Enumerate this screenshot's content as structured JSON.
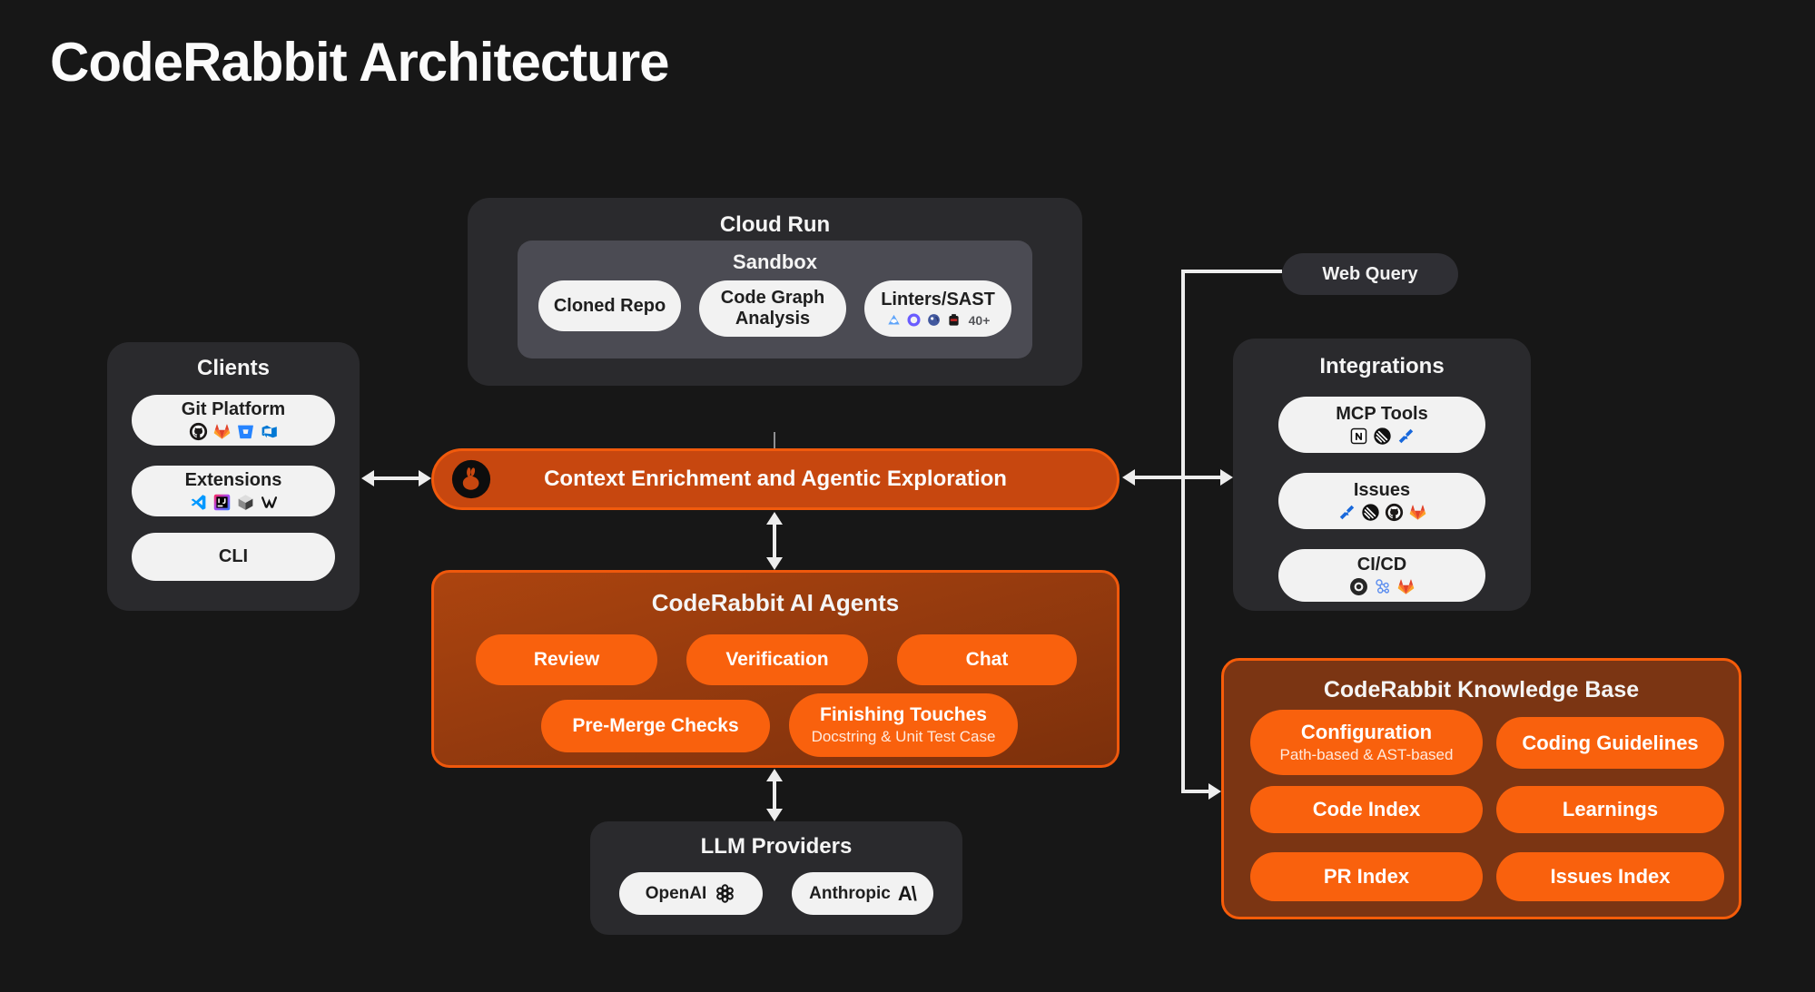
{
  "page": {
    "title": "CodeRabbit Architecture"
  },
  "colors": {
    "background": "#171717",
    "panel_dark": "#2A2A2D",
    "sandbox_gray": "#4B4B53",
    "pill_white": "#F2F2F2",
    "pill_orange": "#F9610D",
    "bar_fill": "#C7470F",
    "bar_border": "#F15A0C",
    "agents_fill_top": "#AC440F",
    "agents_fill_bottom": "#7C300C",
    "kb_fill": "#7B3513",
    "kb_border": "#F75C09",
    "arrow_line": "#EDEDED"
  },
  "cloud_run": {
    "title": "Cloud Run",
    "sandbox": {
      "title": "Sandbox",
      "pills": [
        {
          "label": "Cloned Repo"
        },
        {
          "label": "Code Graph Analysis"
        },
        {
          "label": "Linters/SAST",
          "badge": "40+",
          "icons": [
            "linter-triangle-icon",
            "linter-ring-icon",
            "linter-blob-icon",
            "linter-robot-icon"
          ]
        }
      ]
    }
  },
  "web_query": {
    "label": "Web Query"
  },
  "clients": {
    "title": "Clients",
    "pills": [
      {
        "label": "Git Platform",
        "icons": [
          "github-icon",
          "gitlab-icon",
          "bitbucket-icon",
          "azure-devops-icon"
        ]
      },
      {
        "label": "Extensions",
        "icons": [
          "vscode-icon",
          "intellij-icon",
          "cursor-icon",
          "windsurf-icon"
        ]
      },
      {
        "label": "CLI"
      }
    ]
  },
  "context_bar": {
    "label": "Context Enrichment and Agentic Exploration",
    "logo": "coderabbit-rabbit-icon"
  },
  "integrations": {
    "title": "Integrations",
    "pills": [
      {
        "label": "MCP Tools",
        "icons": [
          "notion-icon",
          "linear-icon",
          "jira-icon"
        ]
      },
      {
        "label": "Issues",
        "icons": [
          "jira-icon",
          "linear-icon",
          "github-icon",
          "gitlab-icon"
        ]
      },
      {
        "label": "CI/CD",
        "icons": [
          "circleci-icon",
          "pipeline-icon",
          "gitlab-icon"
        ]
      }
    ]
  },
  "ai_agents": {
    "title": "CodeRabbit AI Agents",
    "pills": [
      {
        "label": "Review"
      },
      {
        "label": "Verification"
      },
      {
        "label": "Chat"
      },
      {
        "label": "Pre-Merge Checks"
      },
      {
        "label": "Finishing Touches",
        "sublabel": "Docstring & Unit Test Case"
      }
    ]
  },
  "llm_providers": {
    "title": "LLM Providers",
    "pills": [
      {
        "label": "OpenAI",
        "icon": "openai-icon"
      },
      {
        "label": "Anthropic",
        "icon": "anthropic-icon"
      }
    ]
  },
  "knowledge_base": {
    "title": "CodeRabbit Knowledge Base",
    "pills": [
      {
        "label": "Configuration",
        "sublabel": "Path-based & AST-based"
      },
      {
        "label": "Coding Guidelines"
      },
      {
        "label": "Code Index"
      },
      {
        "label": "Learnings"
      },
      {
        "label": "PR Index"
      },
      {
        "label": "Issues Index"
      }
    ]
  }
}
